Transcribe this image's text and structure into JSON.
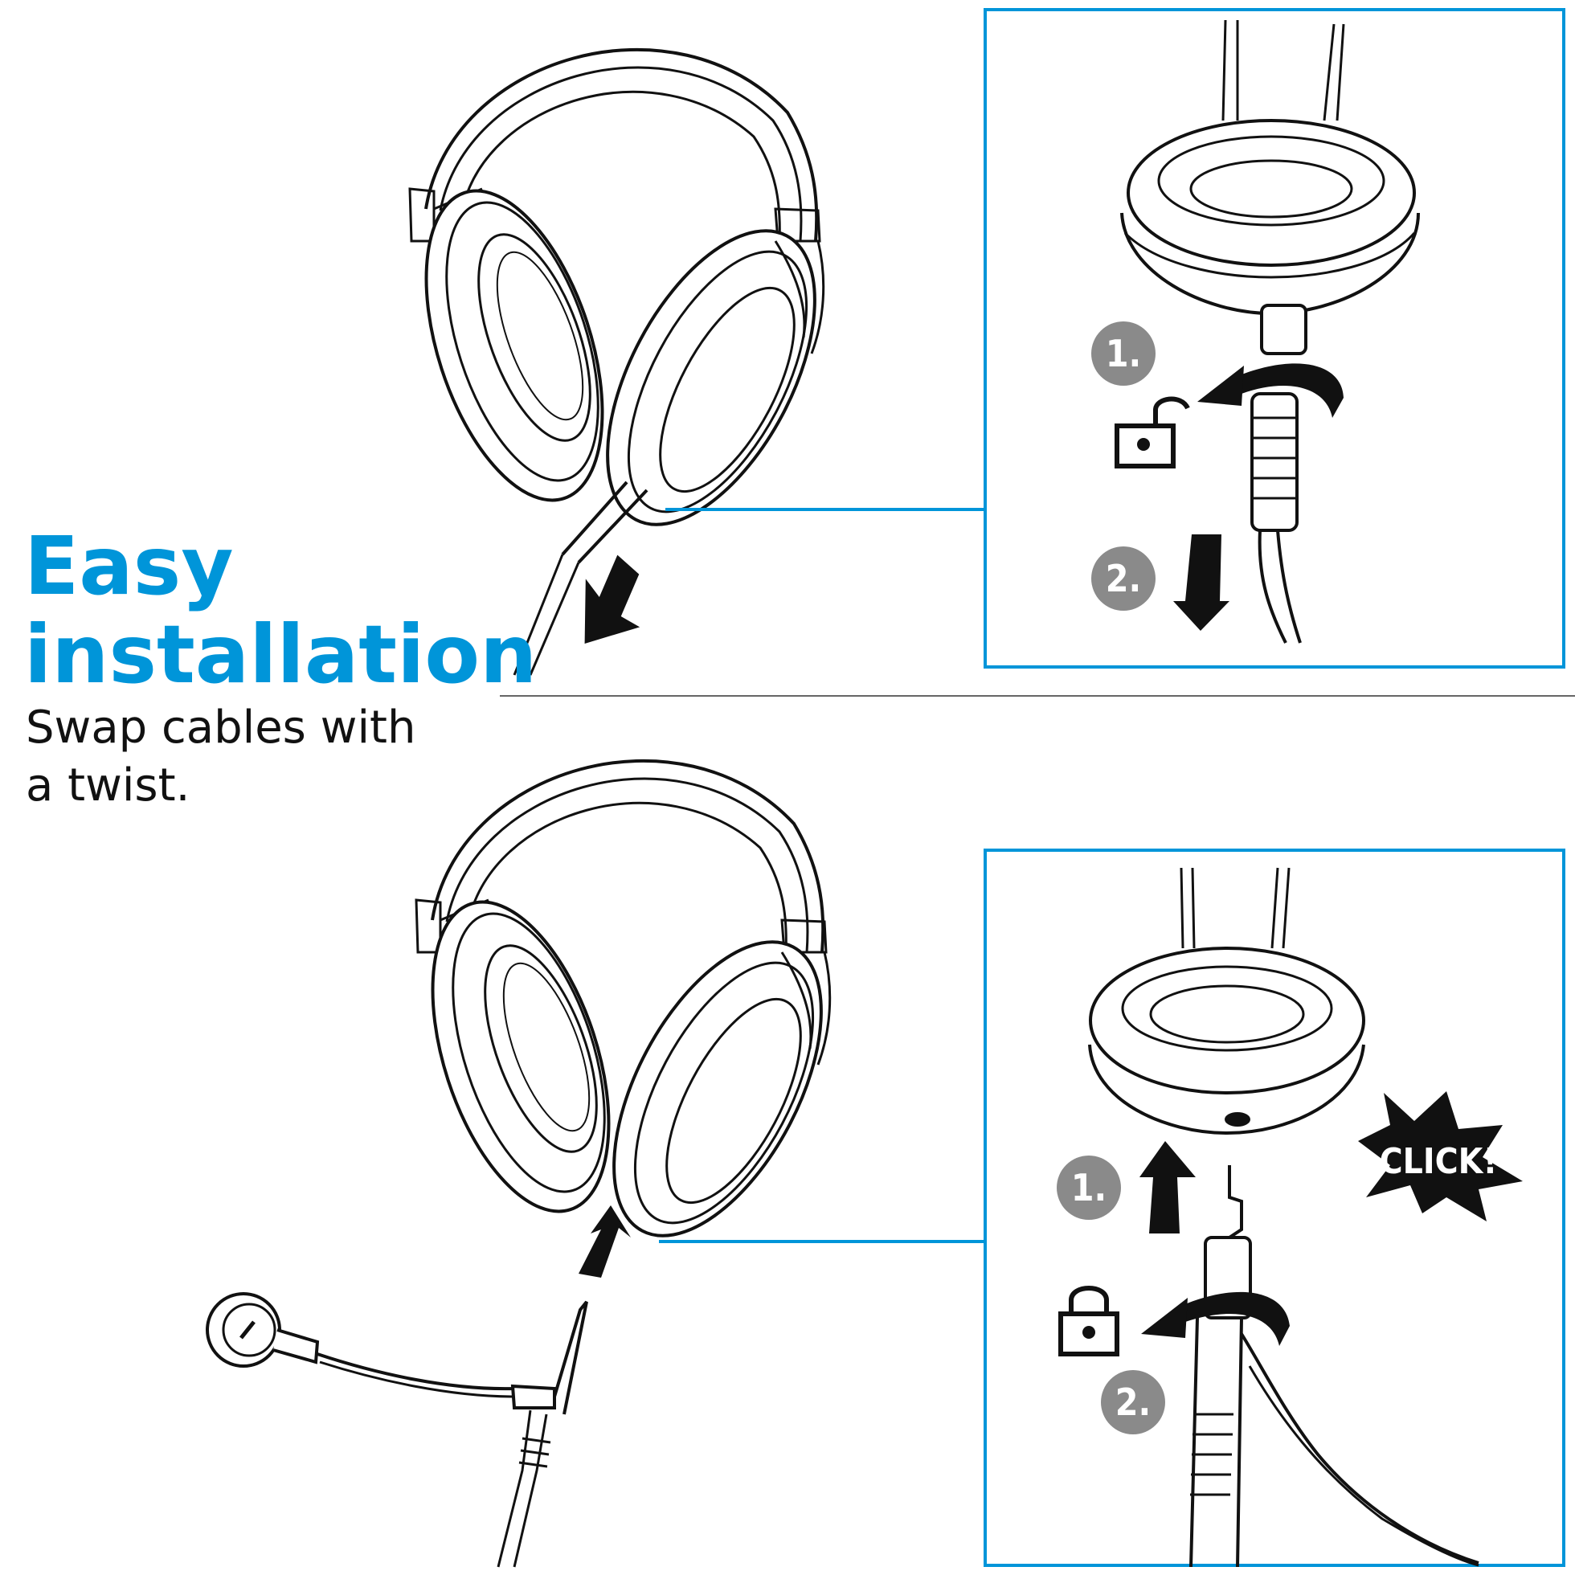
{
  "headline": {
    "line1": "Easy",
    "line2": "installation"
  },
  "subtitle": {
    "line1": "Swap cables with",
    "line2": "a twist."
  },
  "panel_top": {
    "step1": "1.",
    "step2": "2."
  },
  "panel_bottom": {
    "step1": "1.",
    "step2": "2.",
    "click": "CLICK!"
  },
  "colors": {
    "accent": "#0095d9",
    "step_badge": "#8a8a8a",
    "ink": "#111111"
  },
  "icons": [
    "headphones-illustration",
    "unlock-icon",
    "lock-icon",
    "rotate-arrow-icon",
    "down-arrow-icon",
    "up-arrow-icon",
    "microphone-boom-illustration",
    "click-burst-icon"
  ]
}
